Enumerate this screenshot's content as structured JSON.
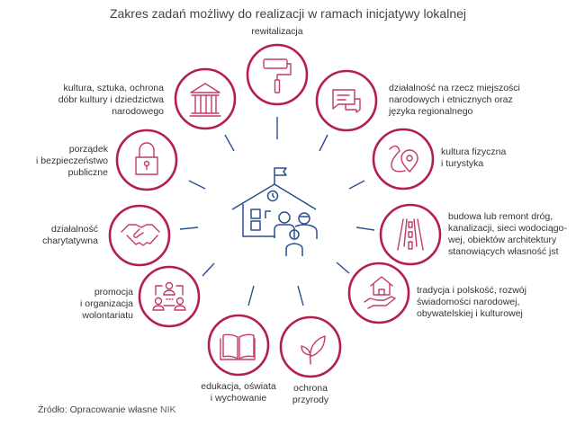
{
  "title": "Zakres zadań możliwy do realizacji w ramach inicjatywy lokalnej",
  "items": [
    {
      "label": "rewitalizacja",
      "icon": "paint-roller-icon"
    },
    {
      "label": "kultura, sztuka, ochrona dóbr kultury i dziedzictwa narodowego",
      "lines": [
        "kultura, sztuka, ochrona",
        "dóbr kultury i dziedzictwa",
        "narodowego"
      ],
      "icon": "museum-icon"
    },
    {
      "label": "działalność na rzecz miejszości narodowych i etnicznych oraz języka regionalnego",
      "lines": [
        "działalność na rzecz miejszości",
        "narodowych i etnicznych oraz",
        "języka regionalnego"
      ],
      "icon": "chat-bubbles-icon"
    },
    {
      "label": "porządek i bezpieczeństwo publiczne",
      "lines": [
        "porządek",
        "i bezpieczeństwo",
        "publiczne"
      ],
      "icon": "padlock-icon"
    },
    {
      "label": "kultura fizyczna i turystyka",
      "lines": [
        "kultura fizyczna",
        "i turystyka"
      ],
      "icon": "route-pin-icon"
    },
    {
      "label": "działalność charytatywna",
      "lines": [
        "działalność",
        "charytatywna"
      ],
      "icon": "handshake-icon"
    },
    {
      "label": "budowa lub remont dróg, kanalizacji, sieci wodociągowej, obiektów architektury stanowiących własność jst",
      "lines": [
        "budowa lub remont dróg,",
        "kanalizacji, sieci wodociągo-",
        "wej, obiektów architektury",
        "stanowiących własność jst"
      ],
      "icon": "road-icon"
    },
    {
      "label": "promocja i organizacja wolontariatu",
      "lines": [
        "promocja",
        "i organizacja",
        "wolontariatu"
      ],
      "icon": "team-network-icon"
    },
    {
      "label": "tradycja i polskość, rozwój świadomości narodowej, obywatelskiej i kulturowej",
      "lines": [
        "tradycja i polskość, rozwój",
        "świadomości narodowej,",
        "obywatelskiej i kulturowej"
      ],
      "icon": "house-in-hand-icon"
    },
    {
      "label": "edukacja, oświata i wychowanie",
      "lines": [
        "edukacja, oświata",
        "i wychowanie"
      ],
      "icon": "open-book-icon"
    },
    {
      "label": "ochrona przyrody",
      "lines": [
        "ochrona",
        "przyrody"
      ],
      "icon": "leaf-icon"
    }
  ],
  "source": {
    "prefix": "Źródło: Opracowanie własne",
    "org": "NIK"
  },
  "colors": {
    "circle": "#b51e52",
    "icon": "#c2396e",
    "center": "#2a4e8f",
    "spoke": "#2a4e8f"
  }
}
